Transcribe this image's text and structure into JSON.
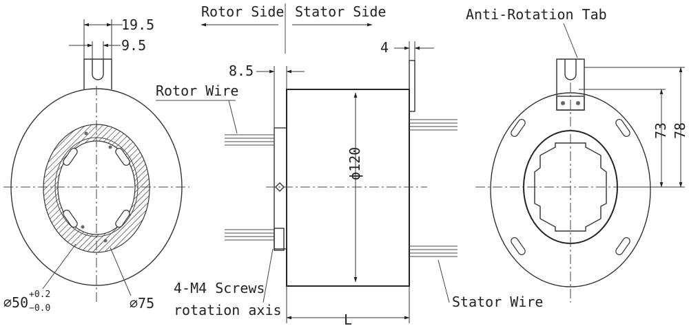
{
  "labels": {
    "rotor_side": "Rotor Side",
    "stator_side": "Stator Side",
    "anti_rotation_tab": "Anti-Rotation Tab",
    "rotor_wire": "Rotor Wire",
    "stator_wire": "Stator Wire",
    "screws": "4-M4 Screws",
    "rotation_axis": "rotation axis"
  },
  "dimensions": {
    "d_19_5": "19.5",
    "d_9_5": "9.5",
    "d_8_5": "8.5",
    "d_4": "4",
    "d_phi120": "ϕ120",
    "d_73": "73",
    "d_78": "78",
    "d_L": "L",
    "d_phi75": "⌀75",
    "d_phi50": "⌀50",
    "d_phi50_upper_tol": "+0.2",
    "d_phi50_lower_tol": "−0.0"
  }
}
